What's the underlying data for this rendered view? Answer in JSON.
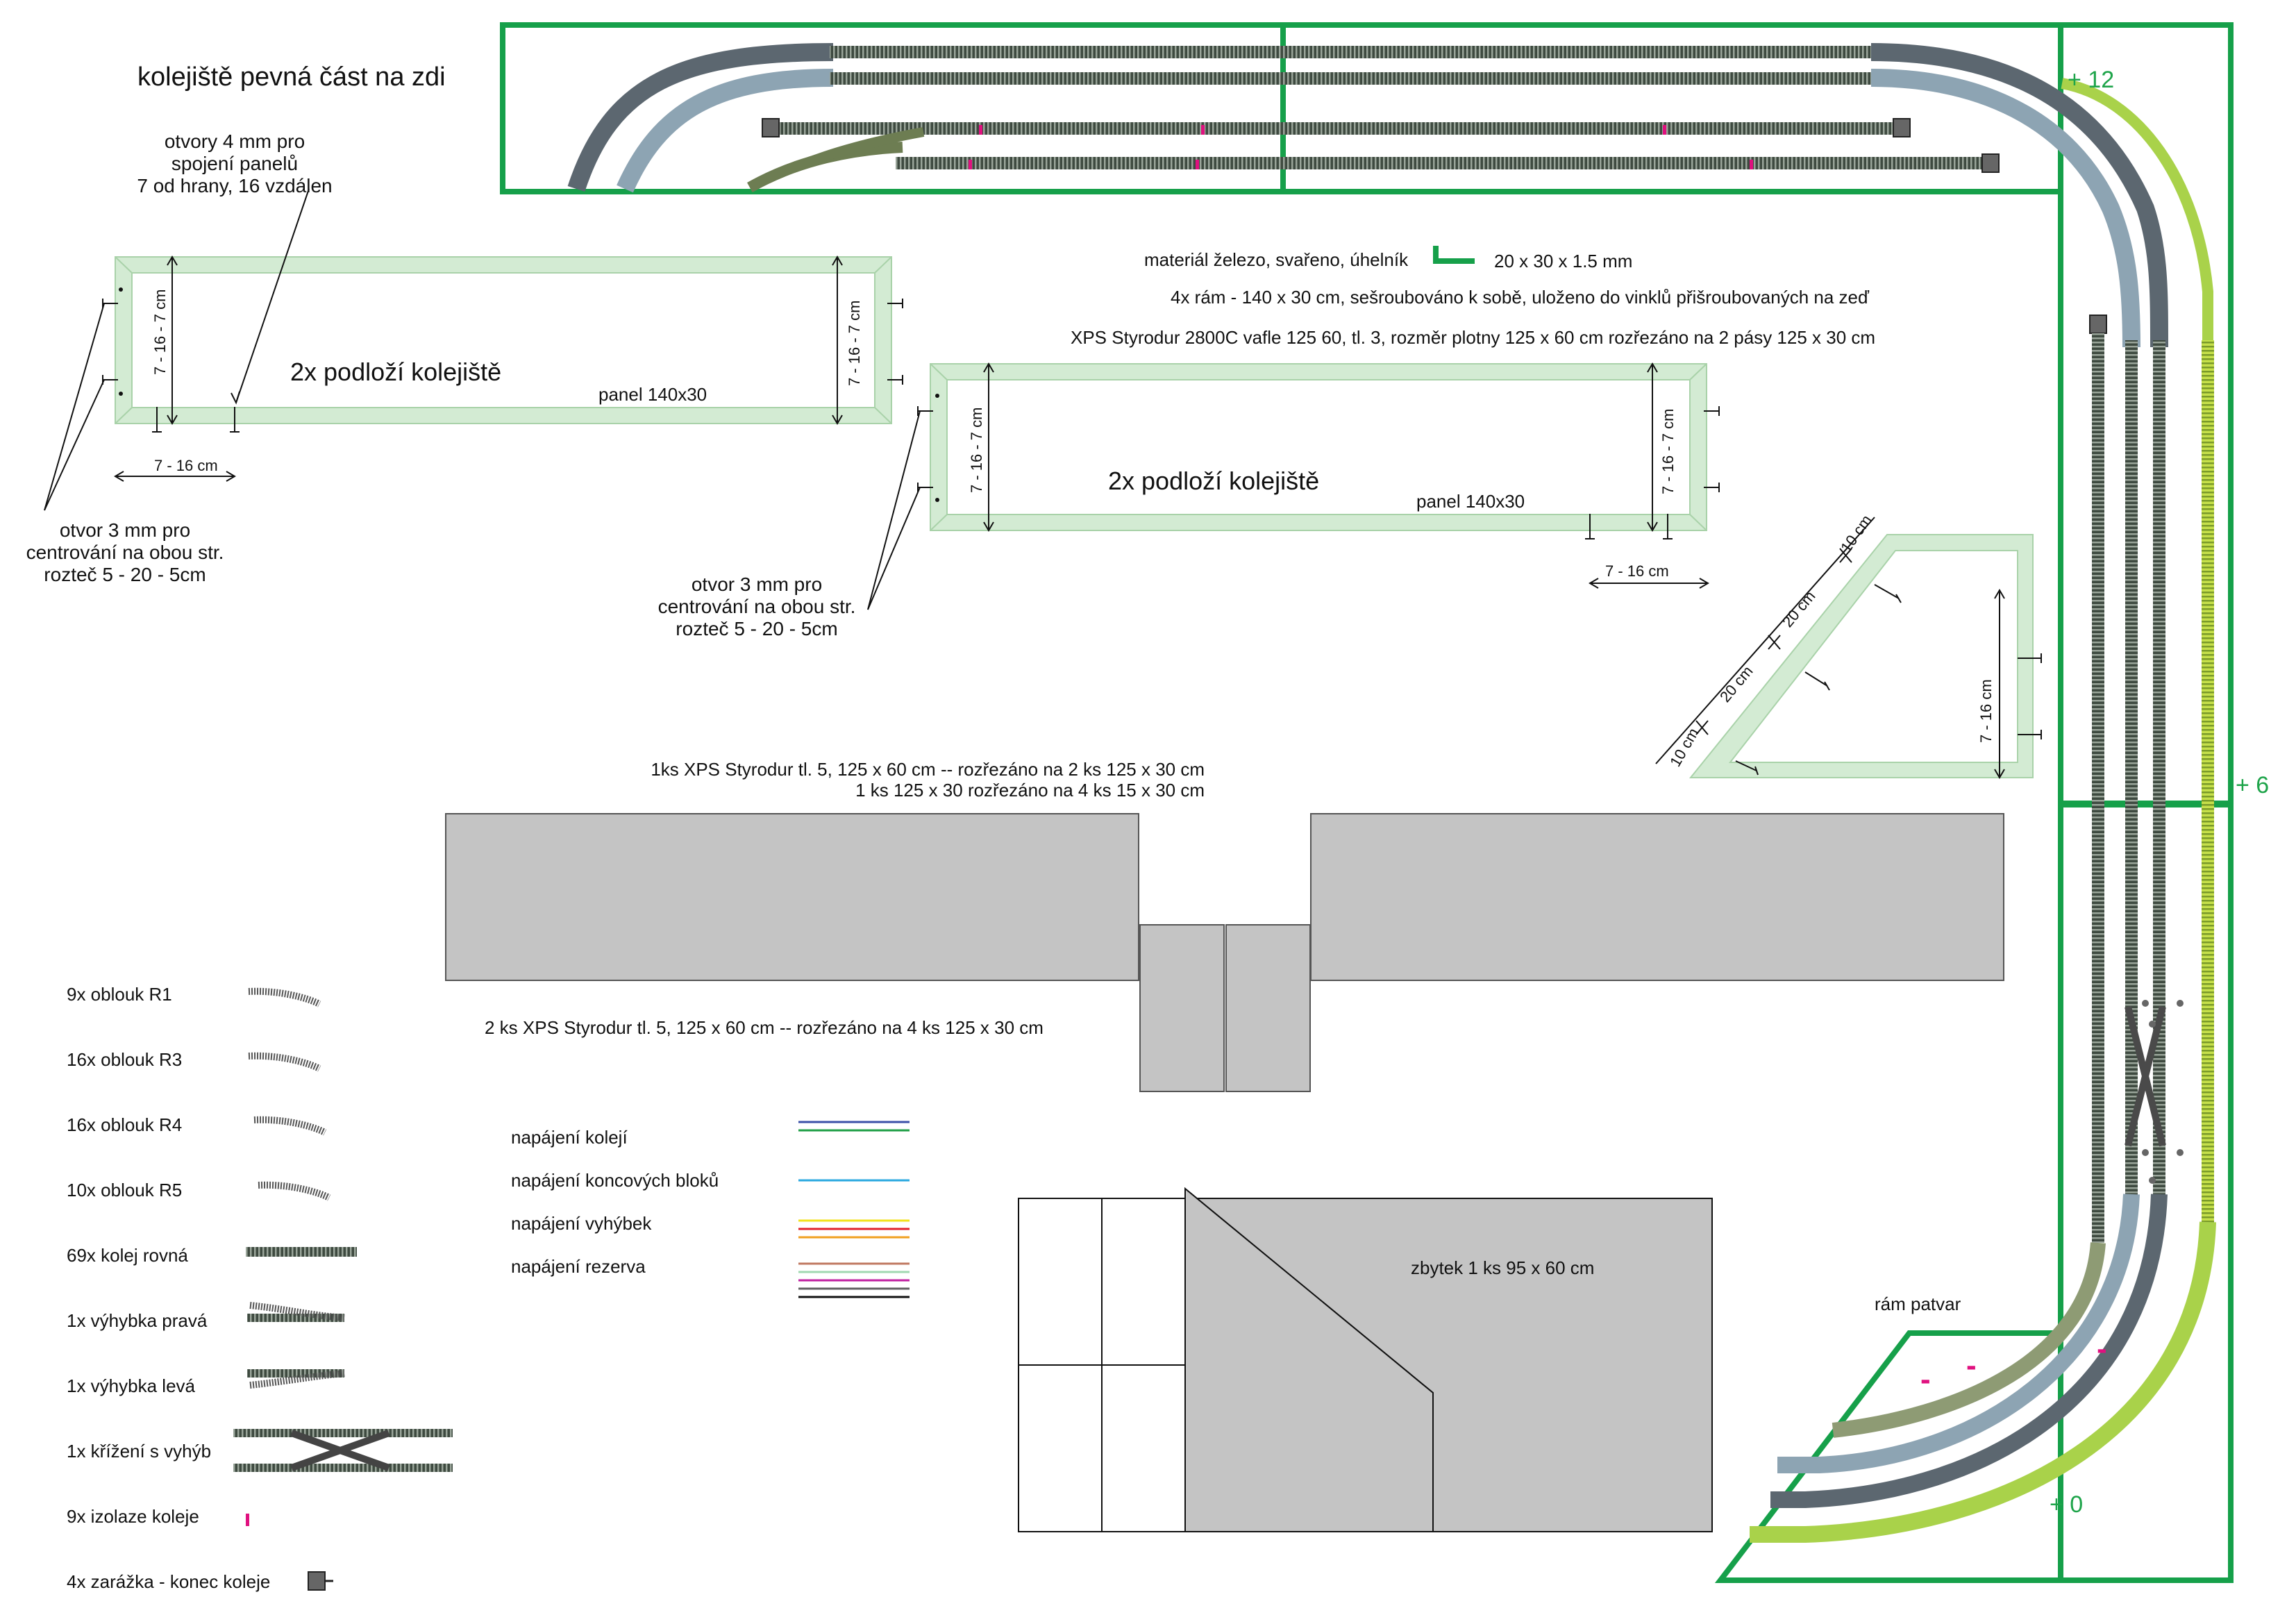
{
  "title": "kolejiště pevná část na zdi",
  "holes_note": [
    "otvory 4 mm pro",
    "spojení panelů",
    "7 od hrany, 16 vzdálen"
  ],
  "centering_note": [
    "otvor 3 mm pro",
    "centrování na obou str.",
    "rozteč 5 - 20 - 5cm"
  ],
  "panel": {
    "label": "2x podloží kolejiště",
    "size": "panel 140x30",
    "dim_vertical": "7 - 16 - 7 cm",
    "dim_horizontal": "7 - 16 cm"
  },
  "triangle_dims": [
    "10 cm",
    "20 cm",
    "20 cm",
    "10 cm",
    "7 - 16 cm"
  ],
  "frame_info": {
    "material": "materiál železo, svařeno, úhelník",
    "profile": "20 x 30 x 1.5 mm",
    "frames": "4x rám - 140 x 30 cm, sešroubováno k sobě, uloženo do vinklů přišroubovaných na zeď",
    "xps_top": "XPS Styrodur 2800C vafle 125 60, tl. 3,  rozměr plotny 125 x 60 cm rozřezáno na 2 pásy 125 x 30 cm"
  },
  "xps_notes": {
    "line1": "1ks  XPS Styrodur tl. 5,  125 x 60 cm -- rozřezáno na 2 ks 125 x 30 cm",
    "line2": "1 ks 125 x 30 rozřezáno na 4 ks 15 x 30 cm",
    "line3": "2 ks  XPS Styrodur tl. 5,  125 x 60 cm  -- rozřezáno na 4 ks 125 x 30 cm",
    "remainder": "zbytek 1 ks 95 x 60 cm"
  },
  "parts_list": [
    {
      "text": "9x oblouk R1",
      "icon": "curve-track-icon"
    },
    {
      "text": "16x oblouk R3",
      "icon": "curve-track-icon"
    },
    {
      "text": "16x oblouk R4",
      "icon": "curve-track-icon"
    },
    {
      "text": "10x oblouk R5",
      "icon": "curve-track-icon"
    },
    {
      "text": "69x  kolej rovná",
      "icon": "straight-track-icon"
    },
    {
      "text": "1x výhybka pravá",
      "icon": "right-turnout-icon"
    },
    {
      "text": "1x výhybka levá",
      "icon": "left-turnout-icon"
    },
    {
      "text": "1x křížení s vyhýb",
      "icon": "crossing-icon"
    },
    {
      "text": "9x izolaze koleje",
      "icon": "insulator-icon"
    },
    {
      "text": "4x zarážka - konec koleje",
      "icon": "buffer-stop-icon"
    }
  ],
  "wiring_legend": [
    {
      "text": "napájení kolejí",
      "colors": [
        "#3a4fa8",
        "#1e9e45"
      ]
    },
    {
      "text": "napájení koncových bloků",
      "colors": [
        "#2aa8e0"
      ]
    },
    {
      "text": "napájení vyhýbek",
      "colors": [
        "#f2e21a",
        "#e0202a",
        "#f0a020"
      ]
    },
    {
      "text": "napájení rezerva",
      "colors": [
        "#c07860",
        "#a0d8b0",
        "#c020a0",
        "#606060",
        "#101010"
      ]
    }
  ],
  "frame_shape_label": "rám  patvar",
  "levels": {
    "top": "+ 12",
    "middle": "+ 6",
    "bottom": "+ 0"
  },
  "minus_signs": [
    "-",
    "-",
    "-"
  ],
  "colors": {
    "frame_green": "#16a04a",
    "panel_fill": "#d3ebd3",
    "panel_border": "#a9d2a9",
    "xps_gray": "#c4c4c4",
    "track_dark": "#5c6770",
    "track_blue": "#8da4b3",
    "track_lime": "#a9d24a",
    "track_olive": "#7f9a40"
  }
}
